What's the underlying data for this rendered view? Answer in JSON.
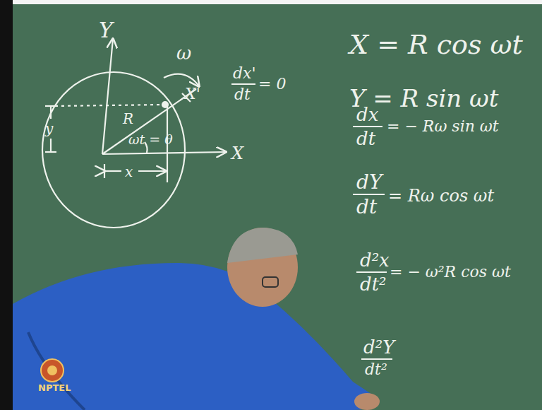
{
  "diagram": {
    "labels": [
      "Y",
      "ω",
      "X'",
      "y",
      "R",
      "ωt = θ",
      "X",
      "x",
      "dx'",
      "dt",
      "= 0",
      "X = R cos ωt",
      "Y = R sin ωt",
      "dx",
      "dt",
      "= − Rω sin ωt",
      "dY",
      "dt",
      "= Rω cos ωt",
      "d²x",
      "dt²",
      "= − ω²R cos ωt",
      "d²Y",
      "dt²",
      "NPTEL"
    ]
  }
}
